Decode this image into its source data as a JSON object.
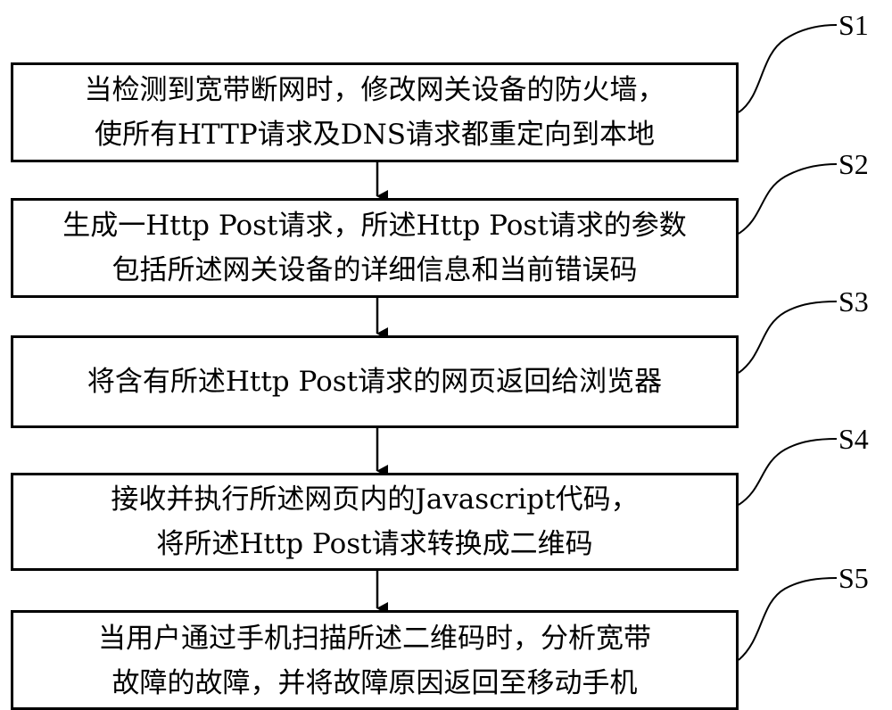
{
  "steps": [
    {
      "label": "S1",
      "lines": [
        "当检测到宽带断网时，修改网关设备的防火墙，",
        "使所有HTTP请求及DNS请求都重定向到本地"
      ]
    },
    {
      "label": "S2",
      "lines": [
        "生成一Http Post请求，所述Http Post请求的参数",
        "包括所述网关设备的详细信息和当前错误码"
      ]
    },
    {
      "label": "S3",
      "lines": [
        "将含有所述Http Post请求的网页返回给浏览器"
      ]
    },
    {
      "label": "S4",
      "lines": [
        "接收并执行所述网页内的Javascript代码，",
        "将所述Http Post请求转换成二维码"
      ]
    },
    {
      "label": "S5",
      "lines": [
        "当用户通过手机扫描所述二维码时，分析宽带",
        "故障的故障，并将故障原因返回至移动手机"
      ]
    }
  ]
}
